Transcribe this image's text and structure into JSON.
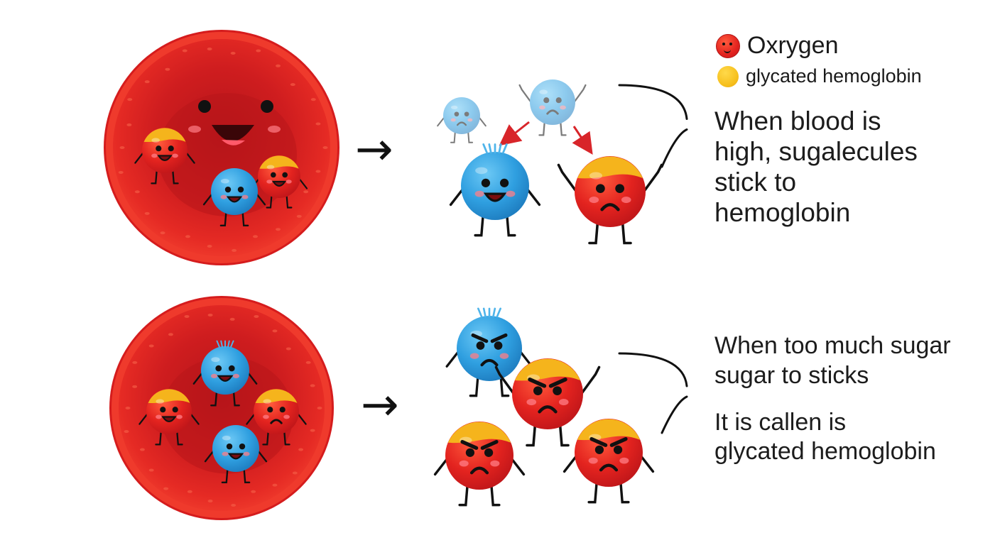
{
  "legend": {
    "items": [
      {
        "label": "Oxrygen",
        "color": "#e8231f",
        "icon": "red-blood-cell-face-icon"
      },
      {
        "label": "glycated hemoglobin",
        "color": "#f6bf1c",
        "icon": "yellow-dot-icon"
      }
    ]
  },
  "panels": [
    {
      "arrow": "→",
      "note_lines": [
        "When blood is",
        "high, sugalecules",
        "stick to",
        "hemoglobin"
      ]
    },
    {
      "arrow": "→",
      "note_lines": [
        "When too much sugar",
        "sugar to sticks",
        "It is callen is",
        "glycated hemoglobin"
      ]
    }
  ],
  "colors": {
    "cell_outer": "#e21f1f",
    "cell_inner": "#c4191b",
    "cell_red": "#e32420",
    "cell_blue": "#2f9fe0",
    "glycated_cap": "#f5b41c",
    "outline": "#111111"
  }
}
